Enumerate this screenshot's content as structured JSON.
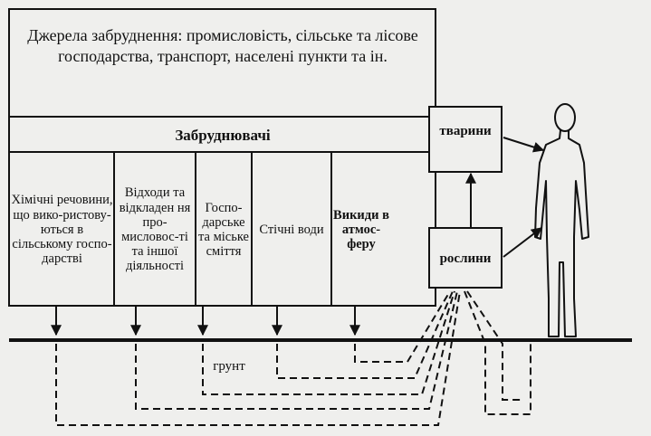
{
  "header": {
    "text": "Джерела забруднення: промисловість, сільське та лісове господарства, транспорт, населені пункти та ін."
  },
  "pollutants": {
    "title": "Забруднювачі",
    "items": [
      "Хімічні речовини, що вико-ристову-ються в сільському госпо-дарстві",
      "Відходи та відкладен ня про-мисловос-ті та іншої діяльності",
      "Госпо-дарське та міське сміття",
      "Стічні води",
      "Викиди в атмос-феру"
    ]
  },
  "receivers": {
    "animals": "тварини",
    "plants": "рослини"
  },
  "ground": {
    "label": "грунт"
  }
}
